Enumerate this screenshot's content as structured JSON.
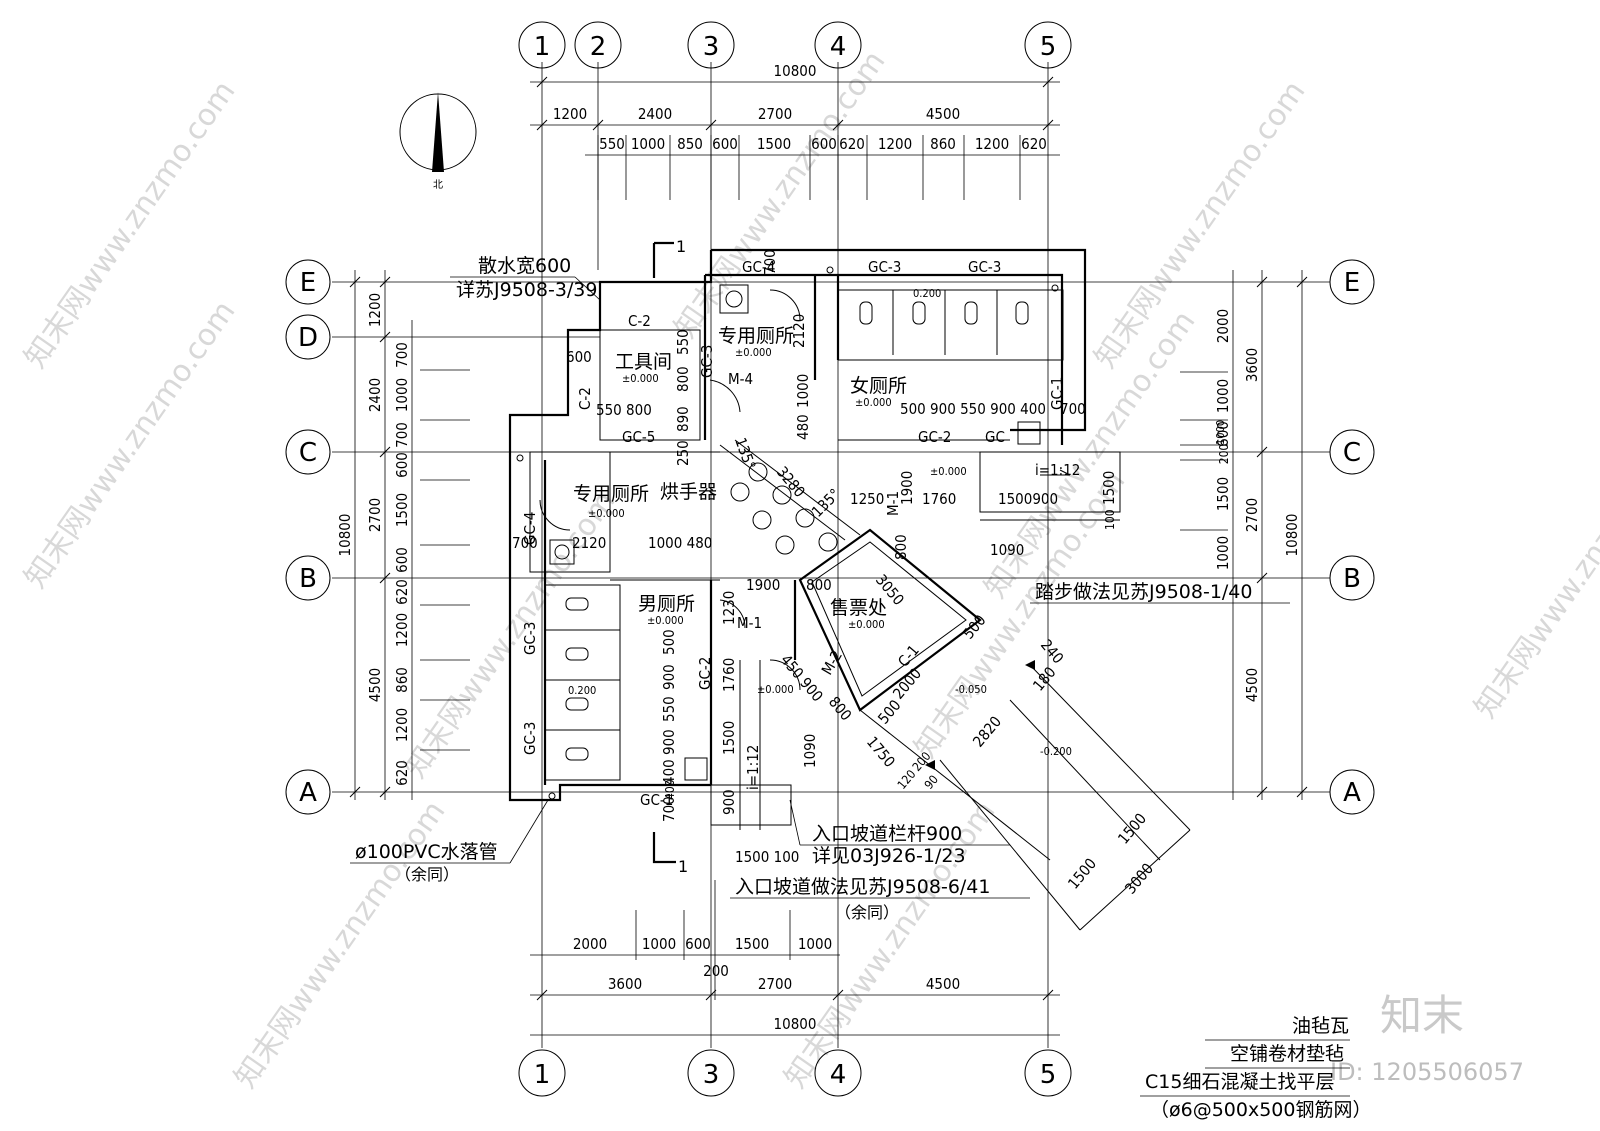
{
  "watermark": {
    "text": "知末网www.znzmo.com",
    "logo": "知末",
    "id_label": "ID: 1205506057"
  },
  "compass": {
    "label": "北"
  },
  "axes": {
    "columns": [
      "1",
      "2",
      "3",
      "4",
      "5"
    ],
    "rows": [
      "E",
      "D",
      "C",
      "B",
      "A"
    ]
  },
  "dimensions": {
    "top_total": "10800",
    "top_l2": [
      "1200",
      "2400",
      "2700",
      "4500"
    ],
    "top_l3": [
      "550",
      "1000",
      "850",
      "600",
      "1500",
      "600",
      "620",
      "1200",
      "860",
      "1200",
      "620"
    ],
    "bottom_l1": [
      "2000",
      "1000",
      "600",
      "1500",
      "1000"
    ],
    "bottom_l2": [
      "3600",
      "200",
      "2700",
      "4500"
    ],
    "bottom_total": "10800",
    "left_total": "10800",
    "left_l2": [
      "1200",
      "2400",
      "2700",
      "4500"
    ],
    "left_l3": [
      "700",
      "1000",
      "700",
      "600",
      "1500",
      "600",
      "620",
      "1200",
      "860",
      "1200",
      "620"
    ],
    "right_total": "10800",
    "right_l2": [
      "3600",
      "2700",
      "4500"
    ],
    "right_l3": [
      "2000",
      "1000",
      "600",
      "200",
      "1500",
      "1000"
    ]
  },
  "rooms": {
    "tool_room": "工具间",
    "private_wc_top": "专用厕所",
    "womens_wc": "女厕所",
    "private_wc_left": "专用厕所",
    "mens_wc": "男厕所",
    "ticket_office": "售票处",
    "hand_dryer": "烘手器"
  },
  "levels": {
    "zero": "±0.000",
    "level_0200": "0.200",
    "minus_050": "-0.050",
    "minus_200": "-0.200"
  },
  "tags": {
    "gc4": "GC-4",
    "gc3": "GC-3",
    "gc2": "GC-2",
    "gc1": "GC-1",
    "gc5": "GC-5",
    "c1": "C-1",
    "c2": "C-2",
    "m1": "M-1",
    "m2": "M-2",
    "m4": "M-4",
    "gc_short": "GC",
    "gc3_v": "GC-3",
    "c2_v": "C-2",
    "gc4_v": "GC-4",
    "gc2_v": "GC-2",
    "gc1_v": "GC-1"
  },
  "inner_dims": {
    "d700a": "700",
    "d2120a": "2120",
    "d600a": "600",
    "d550": "550",
    "d800a": "800",
    "d890": "890",
    "d250": "250",
    "d480a": "480",
    "d1000a": "1000",
    "d550_800": "550 800",
    "d135a": "135°",
    "d135b": "135°",
    "d3280": "3280",
    "d1250": "1250",
    "d1900a": "1900",
    "d1760a": "1760",
    "d1500_900": "1500900",
    "d1500a": "1500",
    "d100": "100",
    "d1090a": "1090",
    "d500_row": "500  900  550  900  400",
    "d700b": "700",
    "d2120b": "2120",
    "d700c": "700",
    "d1000_480": "1000 480",
    "d1900b": "1900",
    "d800b": "800",
    "d3050": "3050",
    "d1230": "1230",
    "d500b": "500",
    "d900b": "900",
    "d1760b": "1760",
    "d1500b": "1500",
    "d450_900": "450 900",
    "d800c": "800",
    "d2000": "2000",
    "d500c": "500",
    "d1750": "1750",
    "d2820": "2820",
    "d240": "240",
    "d180": "180",
    "d1090b": "1090",
    "d900c": "900",
    "d1500_100": "1500 100",
    "d1500c": "1500",
    "d1500d": "1500",
    "d1500e": "1500",
    "d3000": "3000",
    "d200_": "200",
    "d120": "120",
    "d90": "90",
    "d400": "400",
    "d700d": "700",
    "d800d": "800",
    "d1000b": "1000",
    "d900d": "900",
    "d550b": "550",
    "d900e": "900",
    "d400b": "400"
  },
  "slopes": {
    "ramp_right": "i=1:12",
    "ramp_bottom": "i=1:12"
  },
  "notes": {
    "apron_1": "散水宽600",
    "apron_2": "详苏J9508-3/39",
    "steps": "踏步做法见苏J9508-1/40",
    "downpipe_1": "ø100PVC水落管",
    "downpipe_2": "（余同）",
    "railing_1": "入口坡道栏杆900",
    "railing_2": "详见03J926-1/23",
    "ramp_1": "入口坡道做法见苏J9508-6/41",
    "ramp_2": "（余同）"
  },
  "section_mark": {
    "top": "1",
    "bottom": "1"
  },
  "roof_legend": {
    "line1": "油毡瓦",
    "line2": "空铺卷材垫毡",
    "line3": "C15细石混凝土找平层",
    "line4": "（ø6@500x500钢筋网）"
  }
}
